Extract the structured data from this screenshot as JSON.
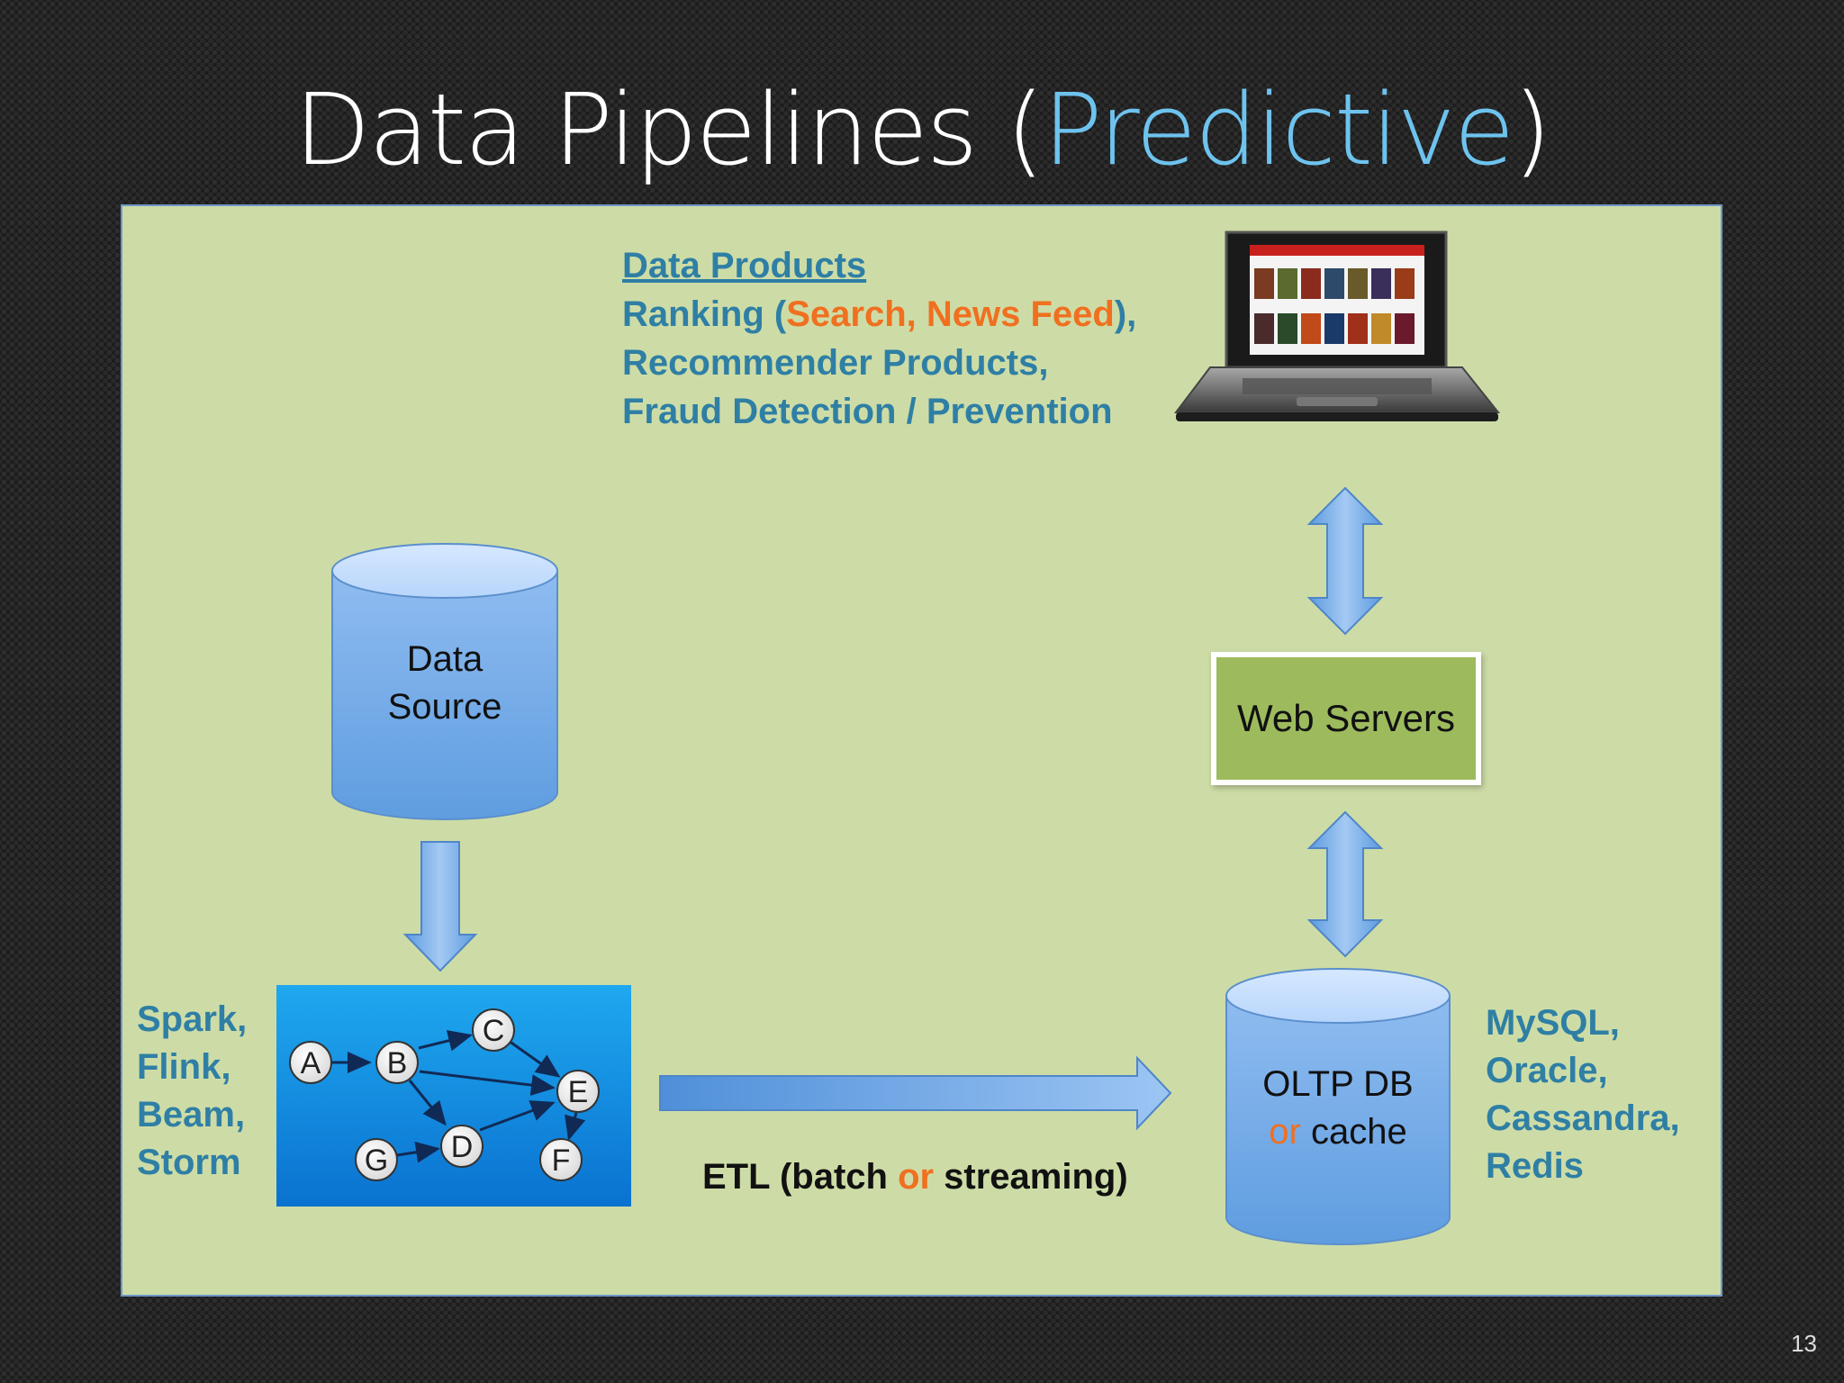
{
  "slide": {
    "title_main": "Data Pipelines (",
    "title_accent": "Predictive",
    "title_close": ")",
    "page_number": "13"
  },
  "data_products": {
    "heading": "Data Products",
    "line1_a": "Ranking (",
    "line1_b": "Search, News Feed",
    "line1_c": "),",
    "line2": "Recommender Products,",
    "line3": "Fraud Detection / Prevention"
  },
  "nodes": {
    "data_source_line1": "Data",
    "data_source_line2": "Source",
    "web_servers": "Web Servers",
    "oltp_line1": "OLTP DB",
    "oltp_line2_a": "or",
    "oltp_line2_b": " cache"
  },
  "engines": [
    "Spark,",
    "Flink,",
    "Beam,",
    "Storm"
  ],
  "stores": [
    "MySQL,",
    "Oracle,",
    "Cassandra,",
    "Redis"
  ],
  "etl": {
    "a": "ETL (batch ",
    "b": "or",
    "c": " streaming)"
  },
  "dag": {
    "nodes": [
      "A",
      "B",
      "C",
      "D",
      "E",
      "F",
      "G"
    ]
  },
  "colors": {
    "panel": "#cddca6",
    "teal_text": "#2f7fa5",
    "orange_text": "#f07020",
    "title_accent": "#6ec3ee",
    "web_servers_fill": "#9dbb5d"
  }
}
